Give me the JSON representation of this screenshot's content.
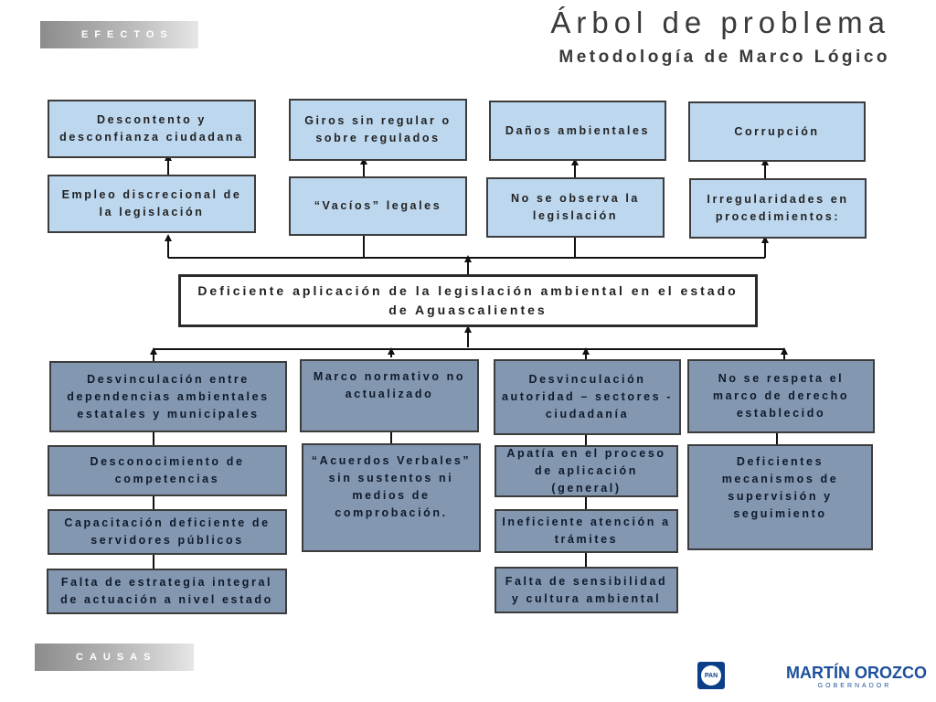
{
  "header": {
    "title": "Árbol de problema",
    "subtitle": "Metodología de Marco Lógico",
    "effects_label": "EFECTOS",
    "causes_label": "CAUSAS"
  },
  "central_problem": "Deficiente aplicación de la legislación ambiental en el estado de Aguascalientes",
  "effects": {
    "top": [
      "Descontento y desconfianza ciudadana",
      "Giros sin regular o sobre regulados",
      "Daños ambientales",
      "Corrupción"
    ],
    "bottom": [
      "Empleo discrecional de la legislación",
      "“Vacíos” legales",
      "No se observa la legislación",
      "Irregularidades en procedimientos:"
    ]
  },
  "causes": {
    "col1": [
      "Desvinculación entre dependencias ambientales estatales y municipales",
      "Desconocimiento de competencias",
      "Capacitación deficiente de servidores públicos",
      "Falta de estrategia integral de actuación a nivel estado"
    ],
    "col2": [
      "Marco normativo  no actualizado",
      "“Acuerdos Verbales” sin sustentos ni medios de comprobación."
    ],
    "col3": [
      "Desvinculación autoridad  – sectores - ciudadanía",
      "Apatía en el proceso de aplicación (general)",
      "Ineficiente atención a trámites",
      "Falta de sensibilidad y cultura ambiental"
    ],
    "col4": [
      "No se respeta el marco de derecho establecido",
      "Deficientes mecanismos de supervisión y seguimiento"
    ]
  },
  "footer": {
    "party_logo": "PAN",
    "brand_name": "MARTÍN OROZCO",
    "brand_sub": "GOBERNADOR"
  },
  "colors": {
    "effect_fill": "#bdd7ee",
    "cause_fill": "#8497b0",
    "brand": "#1d4f9c",
    "party": "#0c3f8a"
  }
}
